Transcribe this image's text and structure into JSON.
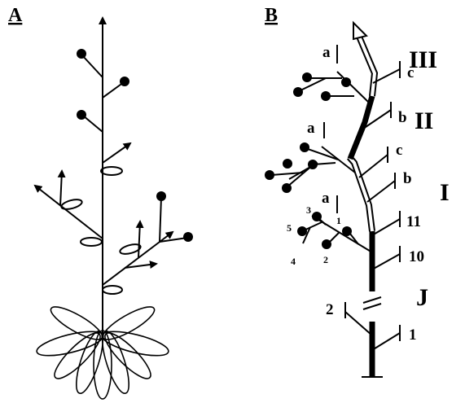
{
  "panels": {
    "a_label": "A",
    "b_label": "B"
  },
  "roman": {
    "iii": "III",
    "ii": "II",
    "i": "I",
    "j": "J"
  },
  "branch_labels": {
    "a_top": "a",
    "c_top": "c",
    "a_mid": "a",
    "b_mid": "b",
    "c_mid": "c",
    "b_low": "b",
    "a_low": "a",
    "n11": "11",
    "n10": "10",
    "n2": "2",
    "n1": "1"
  },
  "sub_labels": {
    "n5": "5",
    "n3": "3",
    "n1": "1",
    "n4": "4",
    "n2": "2"
  }
}
